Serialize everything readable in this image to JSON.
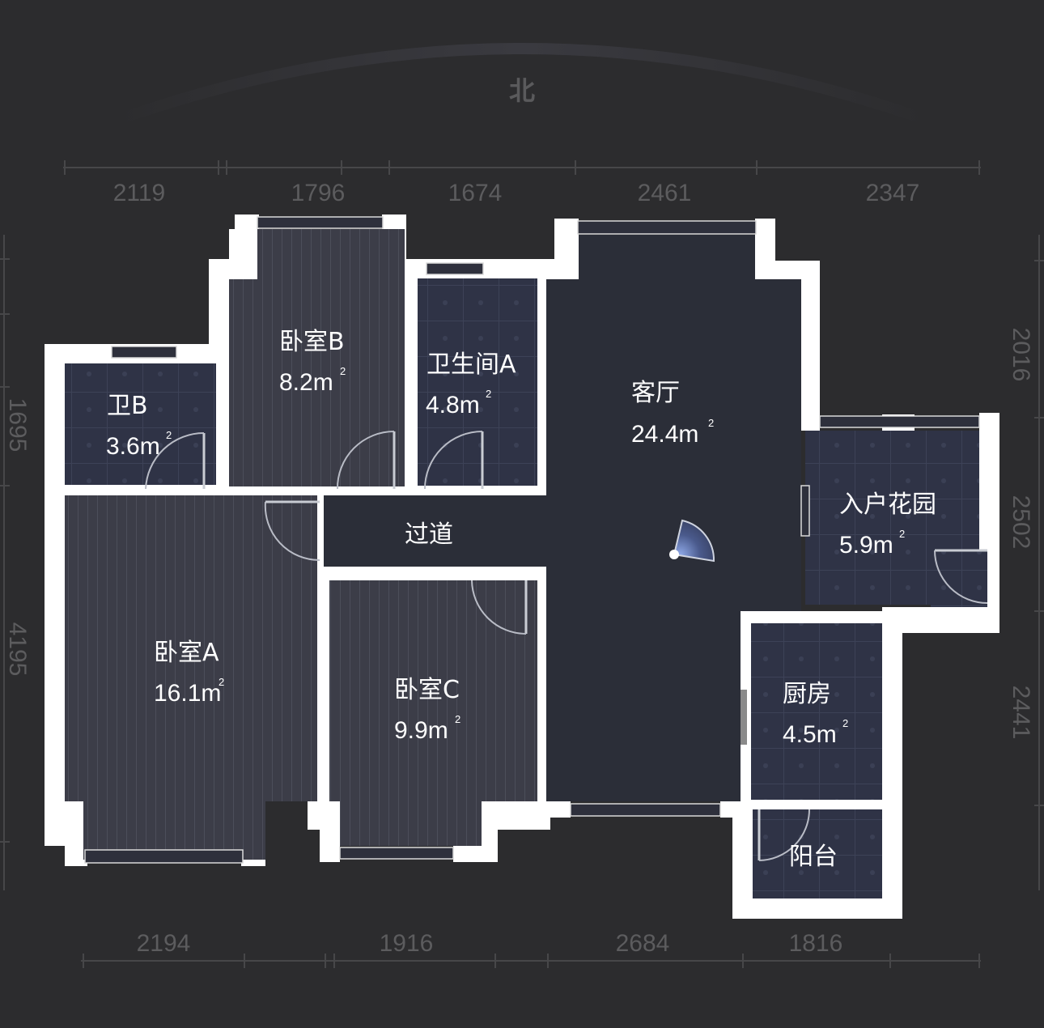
{
  "compass": {
    "label": "北",
    "icon": "north-arc-icon"
  },
  "dimensions": {
    "top": [
      "2119",
      "1796",
      "1674",
      "2461",
      "2347"
    ],
    "bottom": [
      "2194",
      "1916",
      "2684",
      "1816"
    ],
    "left": [
      "1695",
      "4195"
    ],
    "right": [
      "2016",
      "2502",
      "2441"
    ]
  },
  "rooms": {
    "bathroom_b": {
      "name": "卫B",
      "area": "3.6m",
      "sup": "2"
    },
    "bedroom_b": {
      "name": "卧室B",
      "area": "8.2m",
      "sup": "2"
    },
    "bathroom_a": {
      "name": "卫生间A",
      "area": "4.8m",
      "sup": "2"
    },
    "living_room": {
      "name": "客厅",
      "area": "24.4m",
      "sup": "2"
    },
    "entry_garden": {
      "name": "入户花园",
      "area": "5.9m",
      "sup": "2"
    },
    "corridor": {
      "name": "过道"
    },
    "bedroom_a": {
      "name": "卧室A",
      "area": "16.1m",
      "sup": "2"
    },
    "bedroom_c": {
      "name": "卧室C",
      "area": "9.9m",
      "sup": "2"
    },
    "kitchen": {
      "name": "厨房",
      "area": "4.5m",
      "sup": "2"
    },
    "balcony": {
      "name": "阳台"
    }
  },
  "viewpoint": {
    "icon": "camera-view-cone-icon",
    "color": "#7f95d6"
  },
  "colors": {
    "background": "#2c2c2e",
    "wall": "#ffffff",
    "floor_wood": "#3c3d48",
    "floor_tile": "#2f3346",
    "floor_open": "#2b2e38",
    "dimension_text": "#5c5c5e"
  }
}
